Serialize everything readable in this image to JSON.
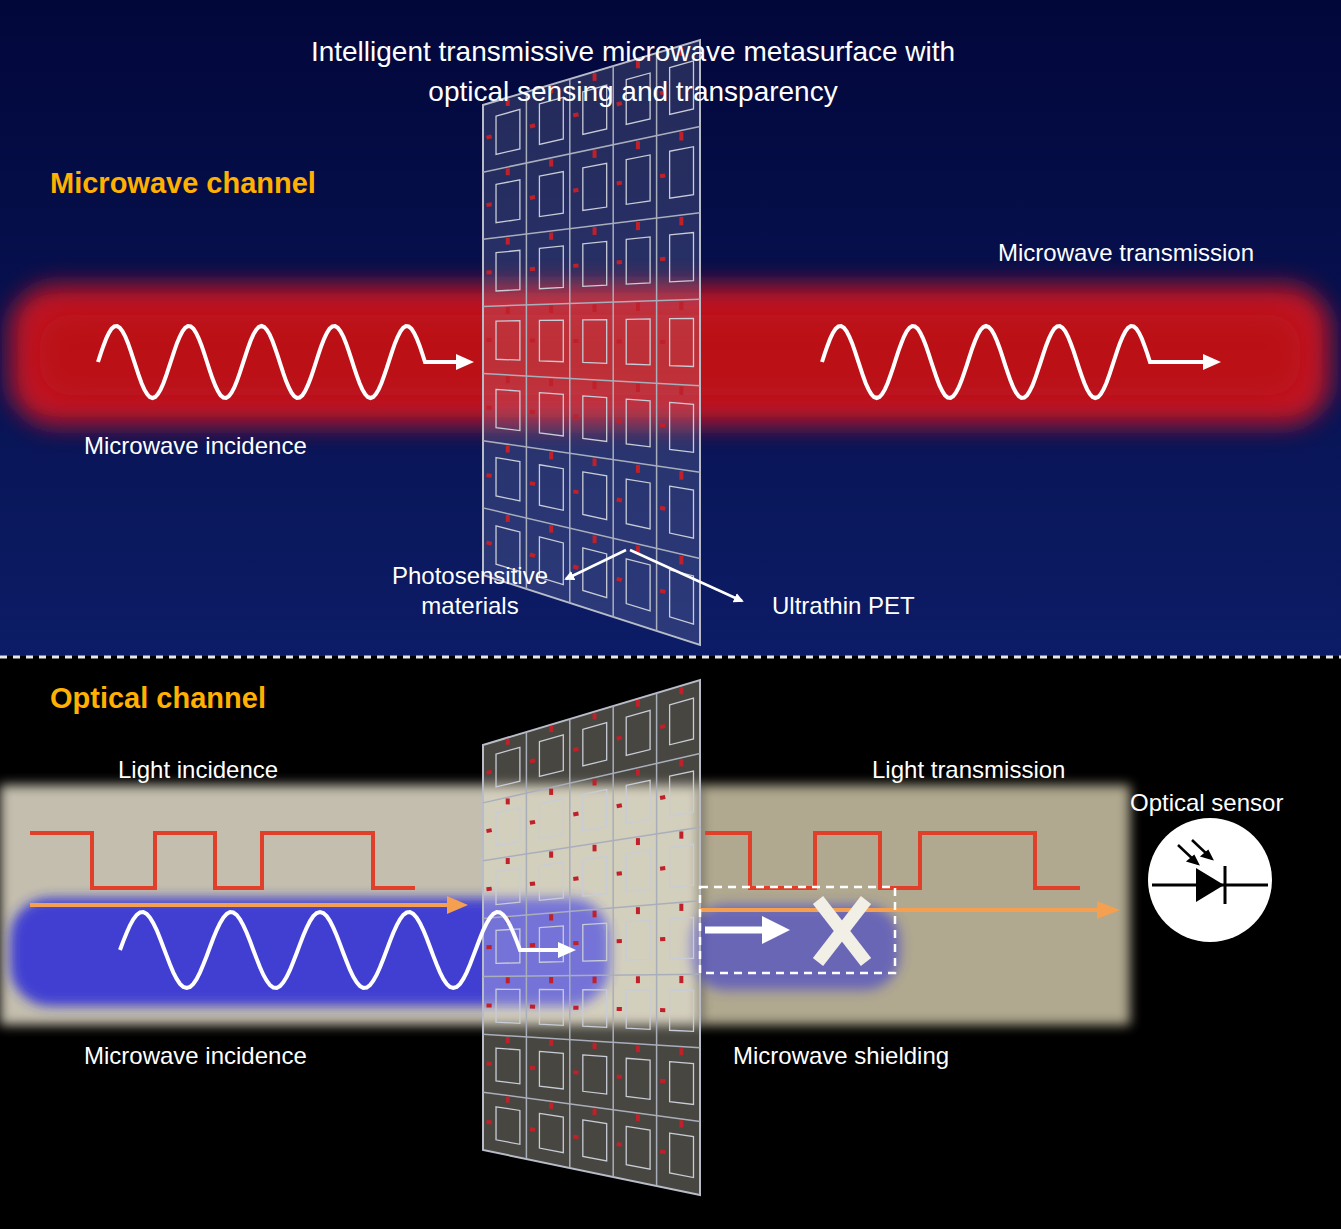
{
  "diagram": {
    "title": "Intelligent transmissive microwave metasurface with optical sensing and transparency",
    "nodes": [
      {
        "text": [
          "Microwave channel"
        ]
      },
      {
        "text": [
          "Optical channel"
        ]
      }
    ],
    "labels": [
      "Microwave transmission",
      "Microwave incidence",
      "Photosensitive materials",
      "Ultrathin PET",
      "Light incidence",
      "Light transmission",
      "Optical sensor",
      "Microwave incidence",
      "Microwave shielding"
    ]
  }
}
